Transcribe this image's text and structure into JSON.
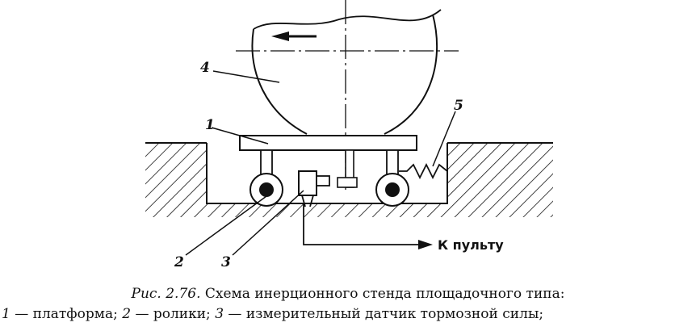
{
  "figure": {
    "labels": {
      "l1": "1",
      "l2": "2",
      "l3": "3",
      "l4": "4",
      "l5": "5",
      "to_console": "К пульту"
    }
  },
  "caption": {
    "fig_ref": "Рис. 2.76.",
    "title": " Схема инерционного стенда площадочного типа:",
    "items": [
      {
        "num": "1",
        "text": " — платформа; "
      },
      {
        "num": "2",
        "text": " — ролики; "
      },
      {
        "num": "3",
        "text": " — измерительный датчик тормозной силы;"
      }
    ]
  }
}
